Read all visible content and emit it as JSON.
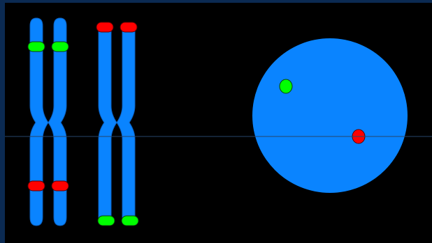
{
  "diagram": {
    "colors": {
      "frame": "#0b2a52",
      "background": "#000000",
      "chromosome": "#0a84ff",
      "chromosome_outline": "#0b5fbf",
      "marker_green": "#00ff00",
      "marker_red": "#ff0000",
      "marker_outline": "#0a3f0a",
      "divider_line": "#27466b"
    },
    "chromosome_pairs": [
      {
        "id": "pair-1",
        "markers": [
          {
            "color": "green",
            "position": "upper-arm"
          },
          {
            "color": "red",
            "position": "lower-arm"
          }
        ]
      },
      {
        "id": "pair-2",
        "markers": [
          {
            "color": "red",
            "position": "top-end"
          },
          {
            "color": "green",
            "position": "bottom-end"
          }
        ]
      }
    ],
    "nucleus": {
      "markers": [
        {
          "color": "green",
          "position": "upper-left"
        },
        {
          "color": "red",
          "position": "right"
        }
      ]
    }
  }
}
